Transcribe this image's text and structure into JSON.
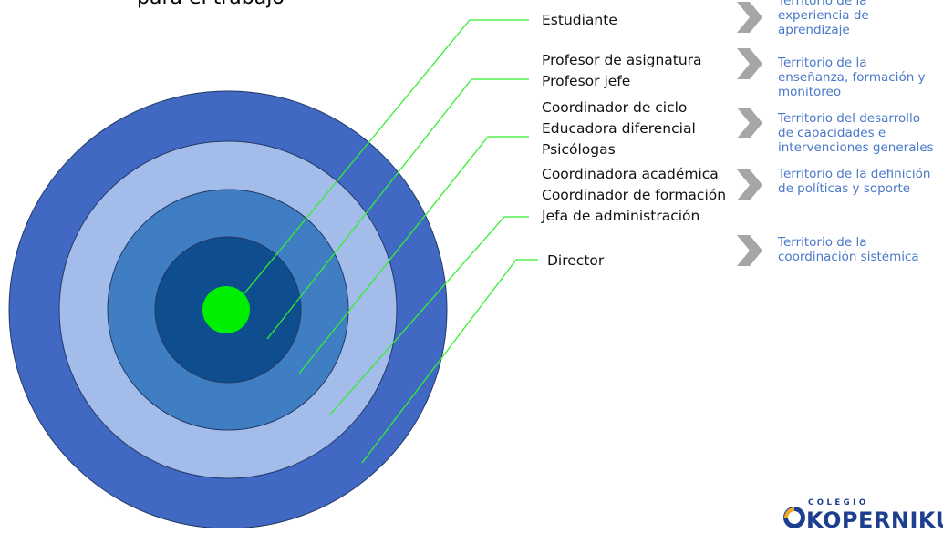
{
  "title_fragment": "para el trabajo",
  "roles": [
    {
      "lines": [
        "Estudiante"
      ]
    },
    {
      "lines": [
        "Profesor de asignatura",
        "Profesor jefe"
      ]
    },
    {
      "lines": [
        "Coordinador de ciclo",
        "Educadora diferencial",
        "Psicólogas"
      ]
    },
    {
      "lines": [
        "Coordinadora académica",
        "Coordinador de formación",
        "Jefa de administración"
      ]
    },
    {
      "lines": [
        "Director"
      ]
    }
  ],
  "territories": [
    {
      "lines": [
        "Territorio de la",
        "experiencia de",
        "aprendizaje"
      ]
    },
    {
      "lines": [
        "Territorio de la",
        "enseñanza, formación y",
        "monitoreo"
      ]
    },
    {
      "lines": [
        "Territorio del desarrollo",
        "de capacidades  e",
        "intervenciones generales"
      ]
    },
    {
      "lines": [
        "Territorio de la definición",
        "de políticas y soporte"
      ]
    },
    {
      "lines": [
        "Territorio de la",
        "coordinación sistémica"
      ]
    }
  ],
  "logo": {
    "small": "COLEGIO",
    "big": "KOPERNIKU"
  },
  "colors": {
    "ring_outer": "#4169c4",
    "ring_2": "#a4bcea",
    "ring_3": "#3f7ec2",
    "ring_4": "#0e4d8e",
    "center": "#00ee00",
    "connector": "#33ee33",
    "territory_text": "#4a78c8",
    "chevron": "#a6a6a6"
  }
}
